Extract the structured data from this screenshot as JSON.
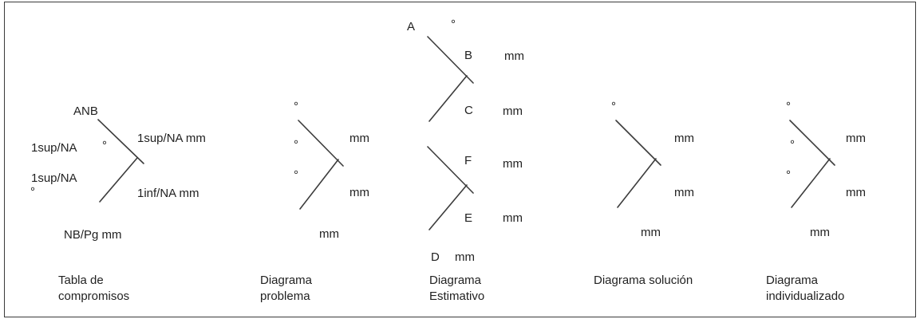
{
  "panels": {
    "compromisos": {
      "caption_line1": "Tabla de",
      "caption_line2": "compromisos",
      "anb": "ANB",
      "left_top": "1sup/NA",
      "left_bottom": "1sup/NA",
      "degree": "°",
      "right_top": "1sup/NA mm",
      "right_bottom": "1inf/NA mm",
      "bottom": "NB/Pg mm"
    },
    "problema": {
      "caption_line1": "Diagrama",
      "caption_line2": "problema",
      "degree": "°",
      "right_top": "mm",
      "right_bottom": "mm",
      "bottom": "mm"
    },
    "estimativo": {
      "caption_line1": "Diagrama",
      "caption_line2": "Estimativo",
      "label_a": "A",
      "label_b": "B",
      "label_c": "C",
      "label_d": "D",
      "label_e": "E",
      "label_f": "F",
      "degree": "°",
      "mm": "mm"
    },
    "solucion": {
      "caption_line1": "Diagrama solución",
      "degree": "°",
      "right_top": "mm",
      "right_bottom": "mm",
      "bottom": "mm"
    },
    "individualizado": {
      "caption_line1": "Diagrama",
      "caption_line2": "individualizado",
      "degree": "°",
      "right_top": "mm",
      "right_bottom": "mm",
      "bottom": "mm"
    }
  }
}
